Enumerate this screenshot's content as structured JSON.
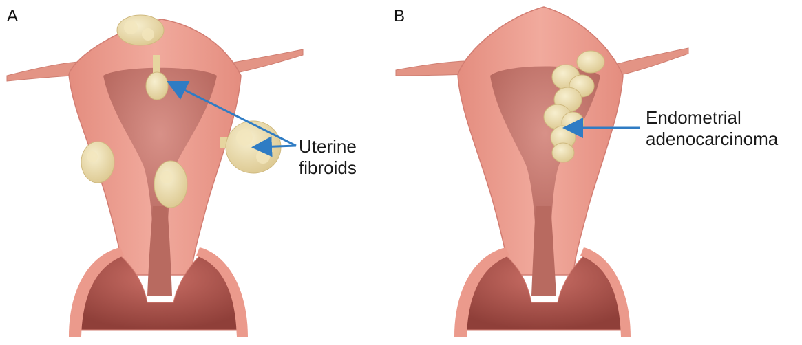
{
  "panels": [
    {
      "letter": "A",
      "label_lines": [
        "Uterine",
        "fibroids"
      ]
    },
    {
      "letter": "B",
      "label_lines": [
        "Endometrial",
        "adenocarcinoma"
      ]
    }
  ],
  "colors": {
    "tissue": "#eb9a8c",
    "tissue_edge": "#d27d72",
    "cavity": "#c97d72",
    "cavity_dark": "#a8554d",
    "fibroid": "#efe2b4",
    "fibroid_edge": "#d6c28a",
    "arrow": "#2f7cc4"
  }
}
